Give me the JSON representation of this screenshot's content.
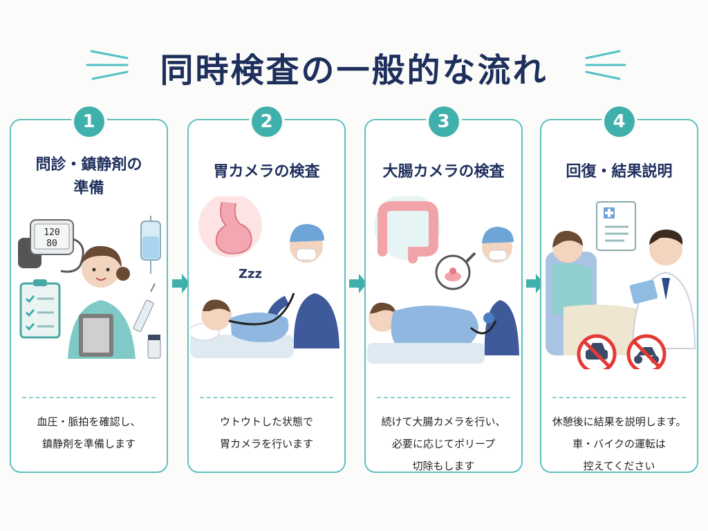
{
  "title": "同時検査の一般的な流れ",
  "accent_color": "#3fb0ab",
  "title_color": "#1e2f5c",
  "steps": [
    {
      "number": "1",
      "title": "問診・鎮静剤の\n準備",
      "description": "血圧・脈拍を確認し、\n鎮静剤を準備します",
      "illustration": {
        "bp_monitor_reading": [
          "120",
          "80"
        ],
        "icons": [
          "blood-pressure-monitor",
          "clipboard-checklist",
          "iv-drip",
          "syringe",
          "vial",
          "nurse"
        ]
      }
    },
    {
      "number": "2",
      "title": "胃カメラの検査",
      "description": "ウトウトした状態で\n胃カメラを行います",
      "illustration": {
        "sleep_mark": "Zzz",
        "icons": [
          "stomach",
          "doctor",
          "sleeping-patient",
          "endoscope"
        ]
      }
    },
    {
      "number": "3",
      "title": "大腸カメラの検査",
      "description": "続けて大腸カメラを行い、\n必要に応じてポリープ\n切除もします",
      "illustration": {
        "icons": [
          "large-intestine",
          "polyp-magnifier",
          "doctor",
          "patient-lying",
          "endoscope"
        ]
      }
    },
    {
      "number": "4",
      "title": "回復・結果説明",
      "description": "休憩後に結果を説明します。\n車・バイクの運転は\n控えてください",
      "illustration": {
        "icons": [
          "medical-report",
          "patient-resting",
          "doctor",
          "no-car",
          "no-motorcycle"
        ]
      }
    }
  ]
}
